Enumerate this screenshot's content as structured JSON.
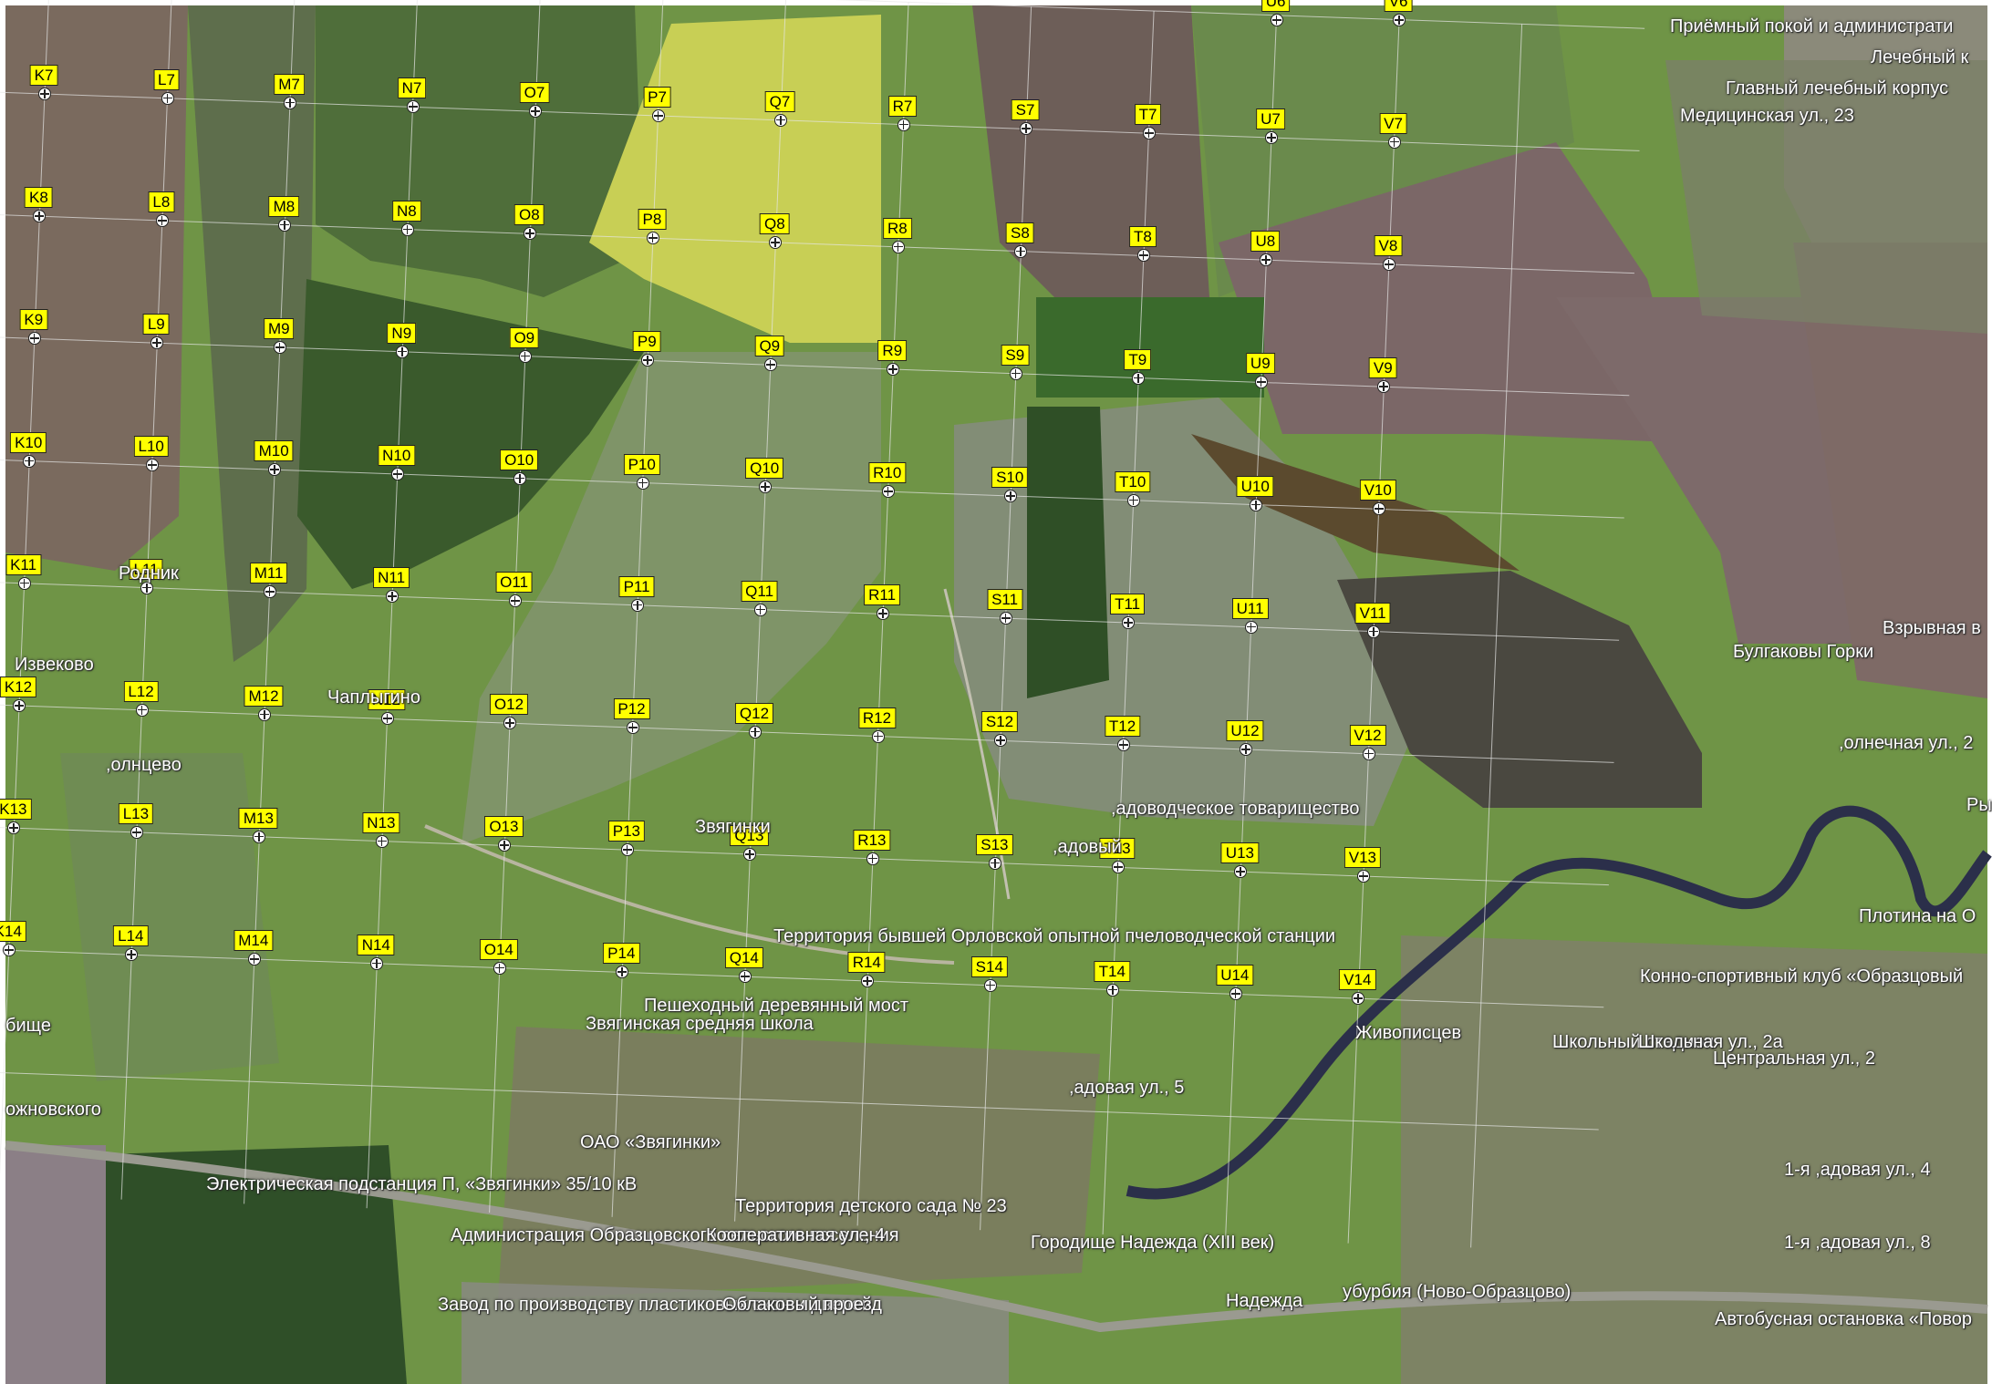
{
  "map": {
    "colors": {
      "grid_label_bg": "#ffff00",
      "grid_line": "#e6e6e6",
      "place_text": "#ffffff",
      "river": "#2b2f4a"
    },
    "grid": {
      "columns": [
        "K",
        "L",
        "M",
        "N",
        "O",
        "P",
        "Q",
        "R",
        "S",
        "T",
        "U",
        "V"
      ],
      "rows": [
        "7",
        "8",
        "9",
        "10",
        "11",
        "12",
        "13",
        "14"
      ],
      "top_partial": [
        "U6",
        "V6"
      ]
    },
    "places": [
      {
        "id": "priemny",
        "text": "Приёмный покой и администрати"
      },
      {
        "id": "lechebny",
        "text": "Лечебный к"
      },
      {
        "id": "glavny",
        "text": "Главный лечебный корпус"
      },
      {
        "id": "meditsinskaya",
        "text": "Медицинская ул., 23"
      },
      {
        "id": "rodnik",
        "text": "Родник"
      },
      {
        "id": "izvekovo",
        "text": "Извеково"
      },
      {
        "id": "chaplygino",
        "text": "Чаплыгино"
      },
      {
        "id": "solntsevo",
        "text": ",олнцево"
      },
      {
        "id": "zvyaginki",
        "text": "Звягинки"
      },
      {
        "id": "sadovy",
        "text": ",адовый"
      },
      {
        "id": "sadovodcheskoe",
        "text": ",адоводческое товарищество"
      },
      {
        "id": "vzryvnaya",
        "text": "Взрывная в"
      },
      {
        "id": "bulgakovy",
        "text": "Булгаковы Горки"
      },
      {
        "id": "solnechnaya",
        "text": ",олнечная ул., 2"
      },
      {
        "id": "ry",
        "text": "Ры"
      },
      {
        "id": "plotina",
        "text": "Плотина на О"
      },
      {
        "id": "konno",
        "text": "Конно-спортивный клуб «Образцовый"
      },
      {
        "id": "territoriya_pchel",
        "text": "Территория бывшей Орловской опытной пчеловодческой станции"
      },
      {
        "id": "peshehodny",
        "text": "Пешеходный деревянный мост"
      },
      {
        "id": "zvyag_school",
        "text": "Звягинская средняя школа"
      },
      {
        "id": "zhivopistsev",
        "text": "Живописцев"
      },
      {
        "id": "shkolny",
        "text": "Школьный стадион"
      },
      {
        "id": "shkolnaya",
        "text": "Школьная ул., 2а"
      },
      {
        "id": "tsentralnaya",
        "text": "Центральная ул., 2"
      },
      {
        "id": "bische",
        "text": "бище"
      },
      {
        "id": "sadovaya5",
        "text": ",адовая ул., 5"
      },
      {
        "id": "ozhnovskogo",
        "text": "ожновского"
      },
      {
        "id": "oao",
        "text": "ОАО «Звягинки»"
      },
      {
        "id": "podstantsiya",
        "text": "Электрическая подстанция П, «Звягинки» 35/10 кВ"
      },
      {
        "id": "detsad",
        "text": "Территория детского сада № 23"
      },
      {
        "id": "admin",
        "text": "Администрация Образцовского сельского поселения"
      },
      {
        "id": "kooperativnaya",
        "text": "Кооперативная ул., 4"
      },
      {
        "id": "gorodische",
        "text": "Городище Надежда (XIII век)"
      },
      {
        "id": "sadovaya4",
        "text": "1-я ,адовая ул., 4"
      },
      {
        "id": "sadovaya8",
        "text": "1-я ,адовая ул., 8"
      },
      {
        "id": "nadezhda",
        "text": "Надежда"
      },
      {
        "id": "suburbia",
        "text": "убурбия (Ново-Образцово)"
      },
      {
        "id": "zavod",
        "text": "Завод по производству пластиковых окон и дверей"
      },
      {
        "id": "oblakovy",
        "text": "Облаковый проезд"
      },
      {
        "id": "avtobusnaya",
        "text": "Автобусная остановка «Повор"
      }
    ]
  }
}
